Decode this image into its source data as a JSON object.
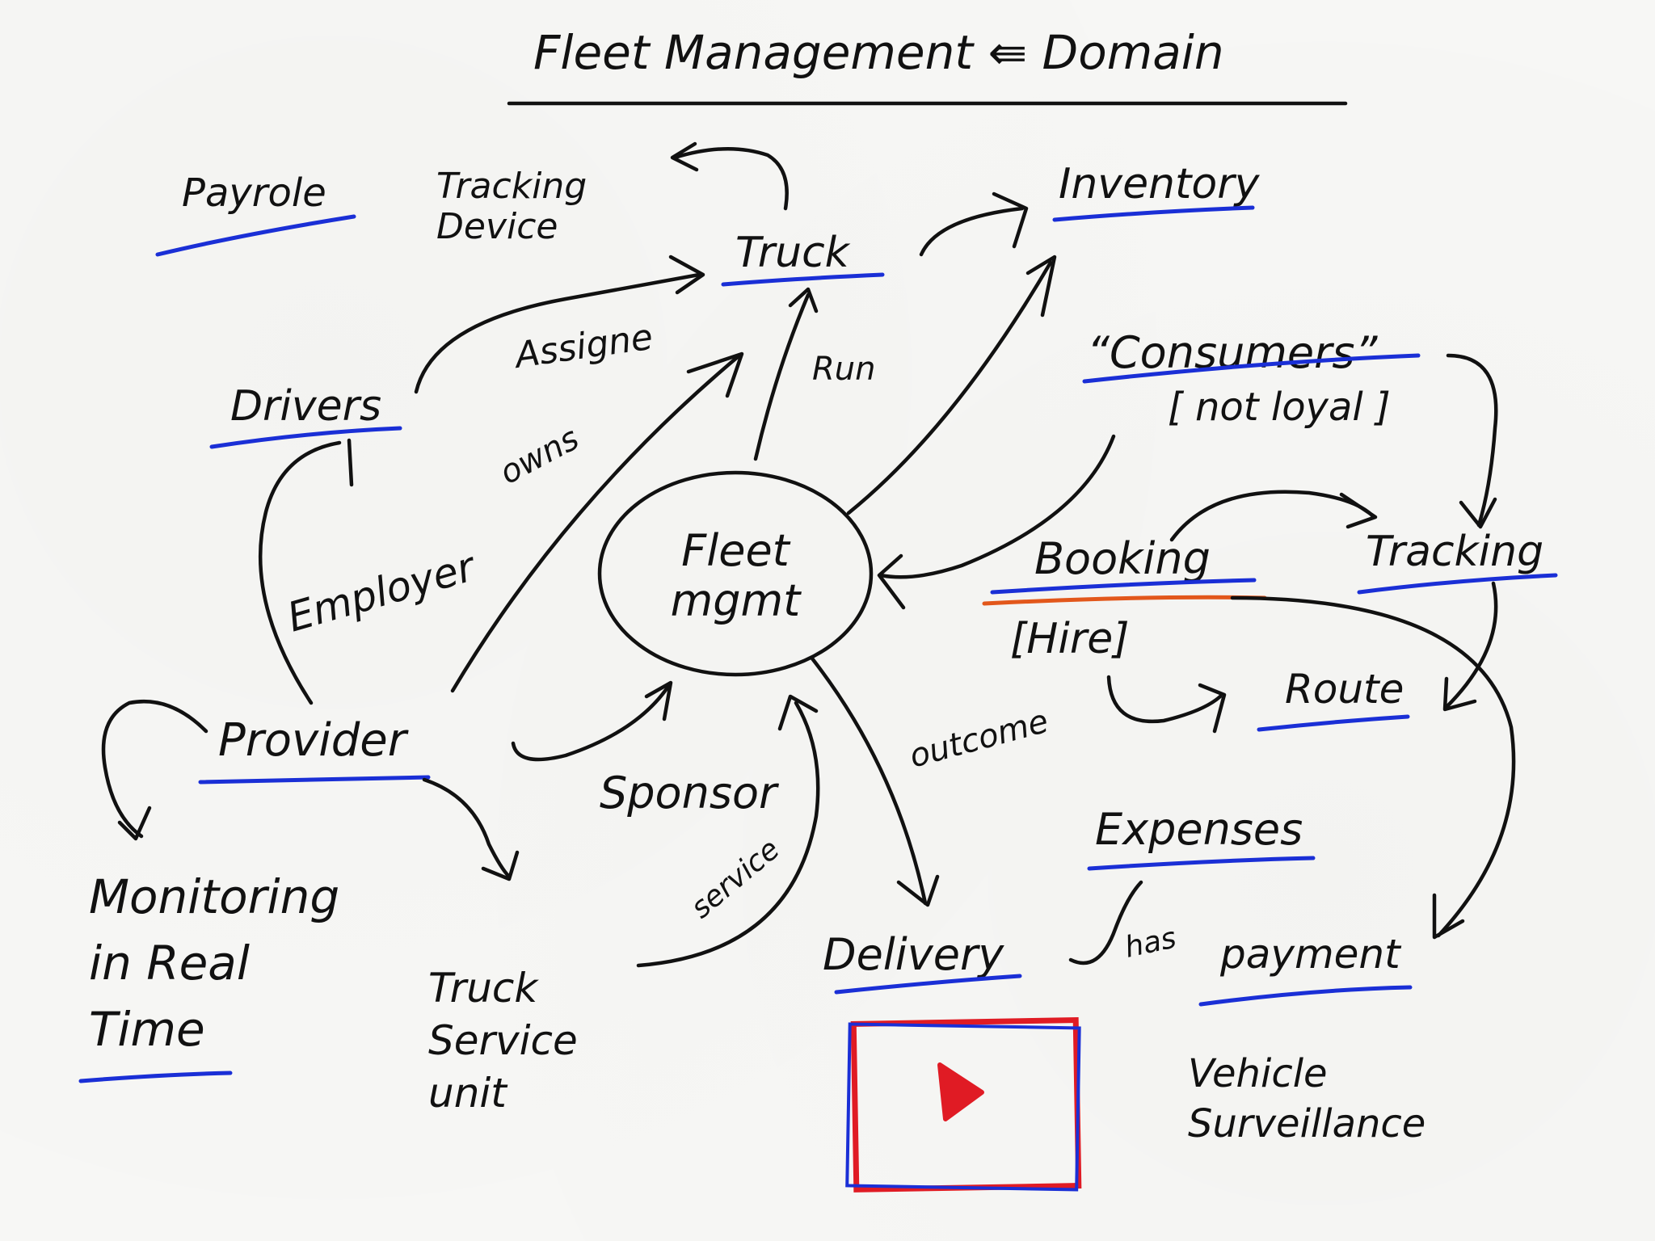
{
  "title": "Fleet Management ⇚ Domain",
  "center": "Fleet mgmt",
  "nodes": {
    "payrole": "Payrole",
    "tracking_device": "Tracking Device",
    "truck": "Truck",
    "inventory": "Inventory",
    "drivers": "Drivers",
    "consumers": "“Consumers”",
    "not_loyal": "[ not loyal ]",
    "booking": "Booking",
    "hire": "[Hire]",
    "tracking": "Tracking",
    "route": "Route",
    "provider": "Provider",
    "monitoring": "Monitoring in Real Time",
    "truck_service_unit": "Truck Service unit",
    "expenses": "Expenses",
    "delivery": "Delivery",
    "payment": "payment",
    "vehicle_surveillance": "Vehicle Surveillance"
  },
  "edge_labels": {
    "assigne": "Assigne",
    "owns": "owns",
    "run": "Run",
    "employer": "Employer",
    "sponsor": "Sponsor",
    "service": "service",
    "outcome": "outcome",
    "has": "has"
  },
  "colors": {
    "ink": "#111111",
    "underline": "#1a2fd6",
    "accent": "#e2571b",
    "video_red": "#e01b24"
  },
  "icons": {
    "video": "play-button-icon"
  }
}
